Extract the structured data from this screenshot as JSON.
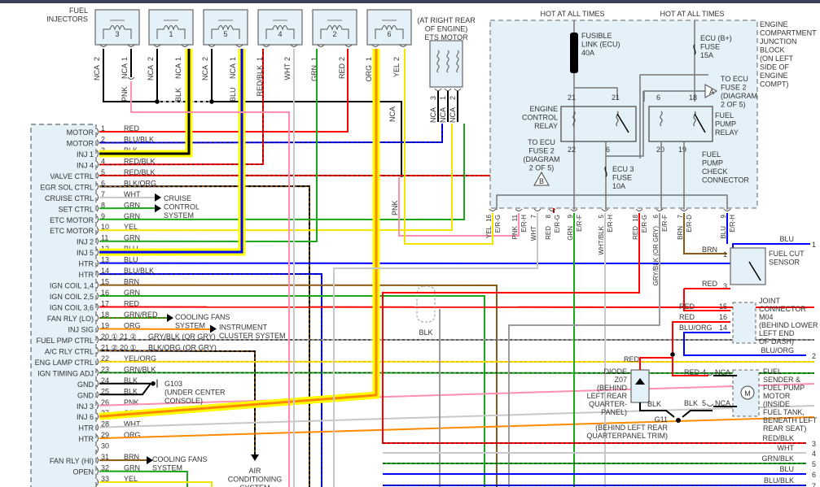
{
  "colors": {
    "RED": "#ff0000",
    "BLU": "#0000ff",
    "GRN": "#1aa81a",
    "YEL": "#f2e600",
    "WHT": "#c8c8c8",
    "PNK": "#ff8fb0",
    "ORG": "#ff8a00",
    "BRN": "#8b5a14",
    "BLK": "#000000",
    "GRY": "#9a9a9a",
    "highlight": "#ffff00",
    "box_fill": "#e4f1f8"
  },
  "injectors": {
    "title": [
      "FUEL",
      "INJECTORS"
    ],
    "items": [
      {
        "num": "3",
        "pins": [
          {
            "n": "2",
            "w": "NCA"
          },
          {
            "n": "1",
            "w": "NCA"
          }
        ],
        "lower": "PNK"
      },
      {
        "num": "1",
        "pins": [
          {
            "n": "2",
            "w": "NCA"
          },
          {
            "n": "1",
            "w": "NCA"
          }
        ],
        "lower": "BLK"
      },
      {
        "num": "5",
        "pins": [
          {
            "n": "2",
            "w": "NCA"
          },
          {
            "n": "1",
            "w": "NCA"
          }
        ],
        "lower": "BLU"
      },
      {
        "num": "4",
        "pins": [
          {
            "n": "1",
            "w": "RED/BLK"
          },
          {
            "n": "2",
            "w": "WHT"
          }
        ]
      },
      {
        "num": "2",
        "pins": [
          {
            "n": "1",
            "w": "GRN"
          },
          {
            "n": "2",
            "w": "RED"
          }
        ]
      },
      {
        "num": "6",
        "pins": [
          {
            "n": "1",
            "w": "ORG"
          },
          {
            "n": "2",
            "w": "YEL"
          }
        ]
      }
    ],
    "nca_label": "NCA"
  },
  "ets_motor": {
    "title": [
      "(AT RIGHT REAR",
      "OF ENGINE)",
      "ETS MOTOR"
    ],
    "pins": [
      {
        "n": "3",
        "w": "NCA"
      },
      {
        "n": "1",
        "w": "NCA"
      },
      {
        "n": "2",
        "w": "NCA"
      }
    ]
  },
  "ecu_pins": [
    {
      "n": "1",
      "label": "MOTOR",
      "wire": "RED"
    },
    {
      "n": "2",
      "label": "MOTOR",
      "wire": "BLU/BLK"
    },
    {
      "n": "3",
      "label": "INJ 1",
      "wire": "BLK"
    },
    {
      "n": "4",
      "label": "INJ 4",
      "wire": "RED/BLK"
    },
    {
      "n": "5",
      "label": "VALVE CTRL",
      "wire": "RED/BLK"
    },
    {
      "n": "6",
      "label": "EGR SOL CTRL",
      "wire": "BLK/ORG"
    },
    {
      "n": "7",
      "label": "CRUISE CTRL",
      "wire": "WHT"
    },
    {
      "n": "8",
      "label": "SET CTRL",
      "wire": "GRN"
    },
    {
      "n": "9",
      "label": "ETC MOTOR",
      "wire": "GRN"
    },
    {
      "n": "10",
      "label": "ETC MOTOR",
      "wire": "YEL"
    },
    {
      "n": "11",
      "label": "INJ 2",
      "wire": "GRN"
    },
    {
      "n": "12",
      "label": "INJ 5",
      "wire": "BLU"
    },
    {
      "n": "13",
      "label": "HTR",
      "wire": "BLU"
    },
    {
      "n": "14",
      "label": "HTR",
      "wire": "BLU/BLK"
    },
    {
      "n": "15",
      "label": "IGN COIL 1,4",
      "wire": "BRN"
    },
    {
      "n": "16",
      "label": "IGN COIL 2,5",
      "wire": "GRN"
    },
    {
      "n": "17",
      "label": "IGN COIL 3,6",
      "wire": "RED"
    },
    {
      "n": "18",
      "label": "FAN RLY (LO)",
      "wire": "GRN/RED"
    },
    {
      "n": "19",
      "label": "INJ SIG",
      "wire": "ORG"
    },
    {
      "n": "20  ① 21 ②",
      "label": "FUEL PMP CTRL",
      "wire": "GRY/BLK   (OR GRY)"
    },
    {
      "n": "21  ② 20 ①",
      "label": "A/C RLY CTRL",
      "wire": "BLK/ORG   (OR GRY)"
    },
    {
      "n": "22",
      "label": "ENG LAMP CTRL",
      "wire": "YEL/ORG"
    },
    {
      "n": "23",
      "label": "IGN TIMING ADJ",
      "wire": "GRN/BLK"
    },
    {
      "n": "24",
      "label": "GND",
      "wire": "BLK"
    },
    {
      "n": "25",
      "label": "GND",
      "wire": "BLK"
    },
    {
      "n": "26",
      "label": "INJ 3",
      "wire": "PNK"
    },
    {
      "n": "27",
      "label": "INJ 6",
      "wire": "ORG"
    },
    {
      "n": "28",
      "label": "HTR",
      "wire": "WHT"
    },
    {
      "n": "29",
      "label": "HTR",
      "wire": "ORG"
    },
    {
      "n": "30",
      "label": "",
      "wire": ""
    },
    {
      "n": "31",
      "label": "FAN RLY (HI)",
      "wire": "BRN"
    },
    {
      "n": "32",
      "label": "OPEN",
      "wire": "GRN"
    },
    {
      "n": "33",
      "label": "",
      "wire": "YEL"
    }
  ],
  "destinations": {
    "cruise": [
      "CRUISE",
      "CONTROL",
      "SYSTEM"
    ],
    "cooling_lo": [
      "COOLING FANS",
      "SYSTEM"
    ],
    "instrument": [
      "INSTRUMENT",
      "CLUSTER SYSTEM"
    ],
    "g103": [
      "G103",
      "(UNDER CENTER",
      "CONSOLE)"
    ],
    "cooling_hi": [
      "COOLING FANS",
      "SYSTEM"
    ],
    "ac": [
      "AIR",
      "CONDITIONING",
      "SYSTEM"
    ]
  },
  "junction_block": {
    "title": [
      "ENGINE",
      "COMPARTMENT",
      "JUNCTION",
      "BLOCK",
      "(ON LEFT",
      "SIDE OF",
      "ENGINE",
      "COMPT)"
    ],
    "hot1": "HOT AT ALL TIMES",
    "hot2": "HOT AT ALL TIMES",
    "fusible_link": [
      "FUSIBLE",
      "LINK (ECU)",
      "40A"
    ],
    "ecu_b_fuse": [
      "ECU (B+)",
      "FUSE",
      "15A"
    ],
    "to_ecu_a": [
      "TO ECU",
      "FUSE 2",
      "(DIAGRAM",
      "2 OF 5)"
    ],
    "to_ecu_b": [
      "TO ECU",
      "FUSE 2",
      "(DIAGRAM",
      "2 OF 5)"
    ],
    "marker_a": "A",
    "marker_b": "B",
    "engine_relay": [
      "ENGINE",
      "CONTROL",
      "RELAY"
    ],
    "fuel_relay": [
      "FUEL",
      "PUMP",
      "RELAY"
    ],
    "ecu3_fuse": [
      "ECU 3",
      "FUSE",
      "10A"
    ],
    "check_conn": [
      "FUEL",
      "PUMP",
      "CHECK",
      "CONNECTOR"
    ],
    "relay_pins": [
      "21",
      "21",
      "22",
      "6",
      "6",
      "18",
      "20",
      "19"
    ],
    "bottom_pins": [
      {
        "n": "16",
        "c": "E/R-G",
        "w": "YEL"
      },
      {
        "n": "11",
        "c": "E/R-H",
        "w": "PNK"
      },
      {
        "n": "7",
        "c": "",
        "w": "WHT"
      },
      {
        "n": "8",
        "c": "E/R-G",
        "w": "RED"
      },
      {
        "n": "9",
        "c": "E/R-F",
        "w": "GRN"
      },
      {
        "n": "5",
        "c": "E/R-H",
        "w": "WHT/BLK"
      },
      {
        "n": "18",
        "c": "E/R-G",
        "w": "RED"
      },
      {
        "n": "6",
        "c": "E/R-F",
        "w": "GRY/BLK (OR GRY)"
      },
      {
        "n": "7",
        "c": "E/R-D",
        "w": "BRN"
      },
      {
        "n": "9",
        "c": "E/R-H",
        "w": "BLU"
      }
    ]
  },
  "fuel_cut_sensor": {
    "title": [
      "FUEL CUT",
      "SENSOR"
    ],
    "pins": [
      {
        "n": "1",
        "w": "BRN"
      },
      {
        "n": "3",
        "w": "RED"
      }
    ]
  },
  "joint_connector": {
    "title": [
      "JOINT",
      "CONNECTOR",
      "M04",
      "(BEHIND LOWER",
      "LEFT END",
      "OF DASH)"
    ],
    "pins": [
      {
        "n": "15",
        "w": "RED"
      },
      {
        "n": "16",
        "w": "RED"
      },
      {
        "n": "14",
        "w": "BLU/ORG"
      }
    ]
  },
  "diode": {
    "title": [
      "DIODE",
      "Z07",
      "(BEHIND",
      "LEFT REAR",
      "QUARTER-",
      "PANEL)"
    ],
    "wire_top": "RED",
    "wire_bot": "BLK"
  },
  "fuel_pump": {
    "title": [
      "FUEL",
      "SENDER &",
      "FUEL PUMP",
      "MOTOR",
      "(INSIDE",
      "FUEL TANK,",
      "BENEATH LEFT",
      "REAR SEAT)"
    ],
    "motor": "M",
    "pins": [
      {
        "n": "4",
        "w": "RED",
        "c": "NCA"
      },
      {
        "n": "5",
        "w": "BLK",
        "c": "NCA"
      }
    ]
  },
  "g11": {
    "title": [
      "G11",
      "(BEHIND LEFT REAR",
      "QUARTERPANEL TRIM)"
    ]
  },
  "blk_splice": "BLK",
  "pnk_label": "PNK",
  "nca_label": "NCA",
  "outputs": [
    {
      "n": "1",
      "w": "BLU"
    },
    {
      "n": "2",
      "w": "BLU/ORG"
    },
    {
      "n": "3",
      "w": "RED/BLK"
    },
    {
      "n": "4",
      "w": "WHT"
    },
    {
      "n": "5",
      "w": "GRN/BLK"
    },
    {
      "n": "6",
      "w": "BLU"
    },
    {
      "n": "7",
      "w": "BLU/BLK"
    }
  ]
}
